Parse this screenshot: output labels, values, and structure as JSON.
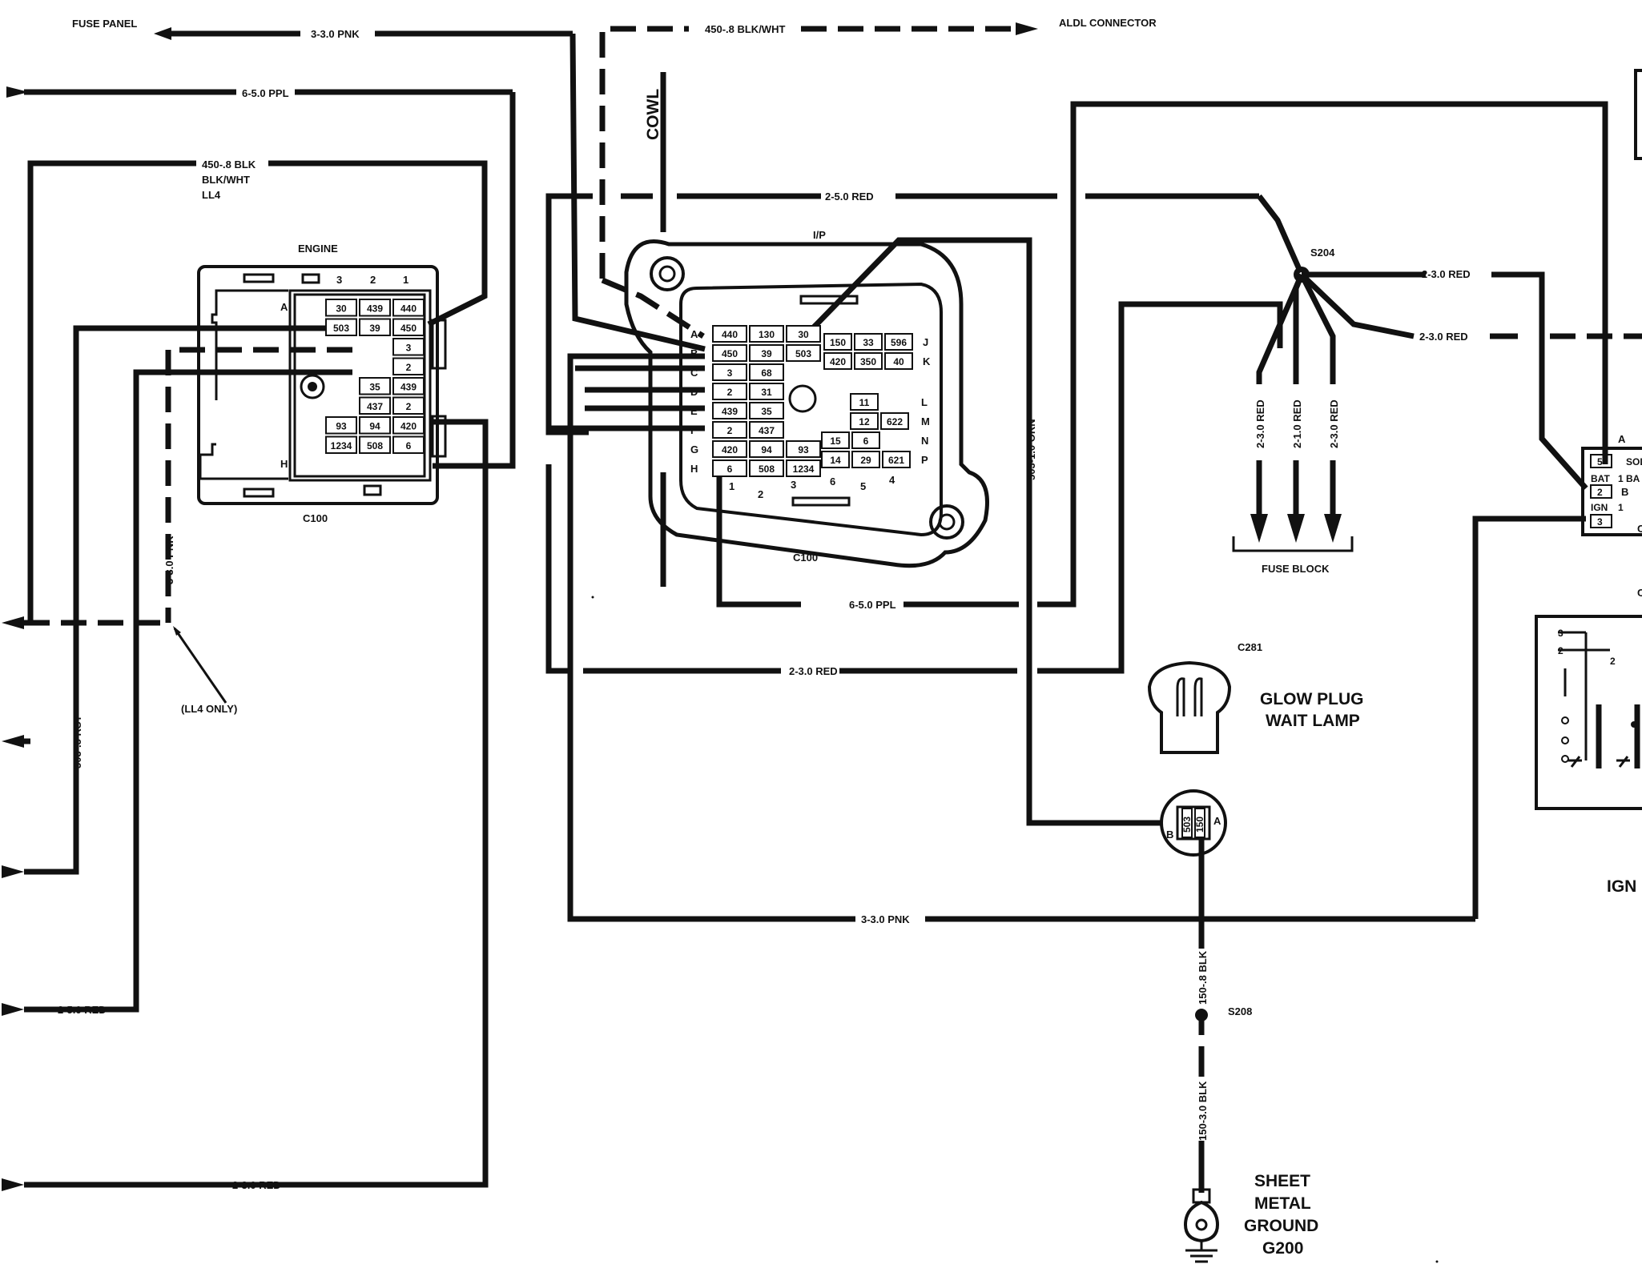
{
  "colors": {
    "ink": "#111111",
    "paper": "#ffffff"
  },
  "labels": {
    "fuse_panel": "FUSE PANEL",
    "w_pnk_top": "3-3.0 PNK",
    "w_450_blkwht": "450-.8 BLK/WHT",
    "aldl": "ALDL CONNECTOR",
    "cowl": "COWL",
    "w_ppl_top": "6-5.0 PPL",
    "w_450_blk": "450-.8 BLK",
    "blk_wht": "BLK/WHT",
    "ll4": "LL4",
    "engine": "ENGINE",
    "c100_left": "C100",
    "w_red_top": "2-5.0 RED",
    "ip": "I/P",
    "s204": "S204",
    "w_red_r1": "2-3.0 RED",
    "w_red_r2": "2-3.0 RED",
    "w_fb1": "2-3.0 RED",
    "w_fb2": "2-1.0 RED",
    "w_fb3": "2-3.0 RED",
    "fuse_block": "FUSE BLOCK",
    "w_orn": "503-1.0 ORN",
    "c100_mid": "C100",
    "w_ppl_mid": "6-5.0 PPL",
    "w_red_mid": "2-3.0 RED",
    "w_pnk_vert": "3-3.0 PNK",
    "ll4_only": "(LL4 ONLY)",
    "w_rst": "503-.5 RST",
    "c281": "C281",
    "glow_1": "GLOW PLUG",
    "glow_2": "WAIT LAMP",
    "w_pnk_bot": "3-3.0 PNK",
    "w_blk_8": "150-.8 BLK",
    "s208": "S208",
    "w_blk_3": "150-3.0 BLK",
    "w_red_left": "2-5.0 RED",
    "w_red_bottom": "2-3.0 RED",
    "gnd_1": "SHEET",
    "gnd_2": "METAL",
    "gnd_3": "GROUND",
    "gnd_4": "G200",
    "ign": "IGN",
    "lamp_b": "B",
    "lamp_a": "A",
    "lamp_pin_b": "503",
    "lamp_pin_a": "150",
    "sw_a": "A",
    "sw_sol": "SOL",
    "sw_bat": "BAT",
    "sw_ign": "IGN",
    "sw_b": "B",
    "sw_c": "C",
    "sw_c2": "C",
    "sw_5": "5",
    "sw_1a": "1",
    "sw_2": "2",
    "sw_1b": "1",
    "sw_3": "3",
    "sw_ba": "BA",
    "r_3": "3",
    "r_2": "2",
    "r_2b": "2"
  },
  "c100_engine": {
    "col_labels": [
      "3",
      "2",
      "1"
    ],
    "row_a": "A",
    "row_h": "H",
    "rows": [
      [
        "30",
        "439",
        "440"
      ],
      [
        "503",
        "39",
        "450"
      ],
      [
        "",
        "",
        "3"
      ],
      [
        "",
        "",
        "2"
      ],
      [
        "",
        "35",
        "439"
      ],
      [
        "",
        "437",
        "2"
      ],
      [
        "93",
        "94",
        "420"
      ],
      [
        "1234",
        "508",
        "6"
      ]
    ]
  },
  "c100_ip": {
    "row_labels": [
      "A",
      "B",
      "C",
      "D",
      "E",
      "F",
      "G",
      "H"
    ],
    "left_rows": [
      [
        "440",
        "130",
        "30"
      ],
      [
        "450",
        "39",
        "503"
      ],
      [
        "3",
        "68",
        ""
      ],
      [
        "2",
        "31",
        ""
      ],
      [
        "439",
        "35",
        ""
      ],
      [
        "2",
        "437",
        ""
      ],
      [
        "420",
        "94",
        "93"
      ],
      [
        "6",
        "508",
        "1234"
      ]
    ],
    "jk_rows": [
      [
        "150",
        "33",
        "596"
      ],
      [
        "420",
        "350",
        "40"
      ]
    ],
    "jk_labels": [
      "J",
      "K"
    ],
    "lower_right": [
      [
        "11",
        ""
      ],
      [
        "12",
        "622"
      ],
      [
        "15",
        "6"
      ],
      [
        "14",
        "29",
        "621"
      ]
    ],
    "lp_labels": [
      "L",
      "M",
      "N",
      "P"
    ],
    "bottom_nums": [
      "1",
      "2",
      "3",
      "6",
      "5",
      "4"
    ]
  }
}
